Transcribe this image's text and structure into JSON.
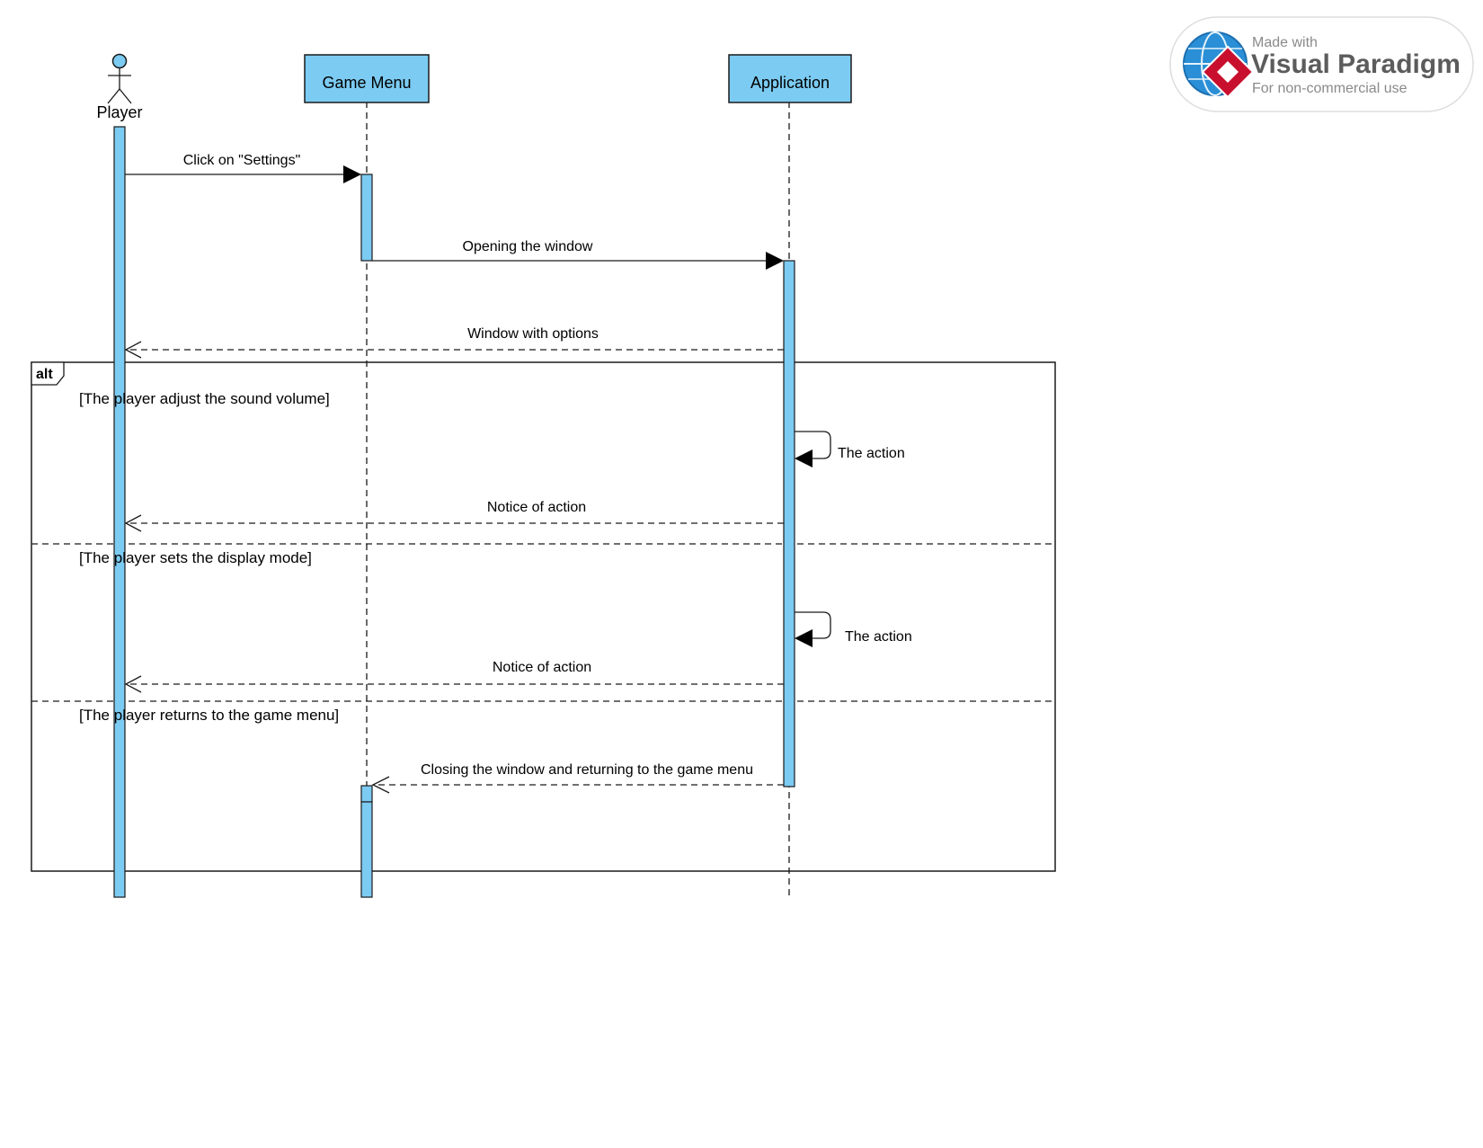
{
  "diagram": {
    "lifelines": [
      {
        "id": "player",
        "label": "Player",
        "kind": "actor"
      },
      {
        "id": "menu",
        "label": "Game Menu",
        "kind": "object"
      },
      {
        "id": "app",
        "label": "Application",
        "kind": "object"
      }
    ],
    "messages": [
      {
        "id": "m1",
        "label": "Click on \"Settings\"",
        "from": "player",
        "to": "menu",
        "style": "sync"
      },
      {
        "id": "m2",
        "label": "Opening the window",
        "from": "menu",
        "to": "app",
        "style": "sync"
      },
      {
        "id": "m3",
        "label": "Window with options",
        "from": "app",
        "to": "player",
        "style": "return"
      },
      {
        "id": "m4",
        "label": "The action",
        "from": "app",
        "to": "app",
        "style": "self"
      },
      {
        "id": "m5",
        "label": "Notice of action",
        "from": "app",
        "to": "player",
        "style": "return"
      },
      {
        "id": "m6",
        "label": "The action",
        "from": "app",
        "to": "app",
        "style": "self"
      },
      {
        "id": "m7",
        "label": "Notice of action",
        "from": "app",
        "to": "player",
        "style": "return"
      },
      {
        "id": "m8",
        "label": "Closing the window and returning to the game menu",
        "from": "app",
        "to": "menu",
        "style": "return"
      }
    ],
    "fragment": {
      "operator": "alt",
      "guards": [
        "[The player adjust the sound volume]",
        "[The player sets the display mode]",
        "[The player returns to the game menu]"
      ]
    }
  },
  "watermark": {
    "line1": "Made with",
    "line2": "Visual Paradigm",
    "line3": "For non-commercial use"
  },
  "colors": {
    "lifeline_fill": "#7ccbf2",
    "line": "#1a1a1a",
    "brand_red": "#c8102e",
    "globe_blue": "#2a8fd6"
  }
}
